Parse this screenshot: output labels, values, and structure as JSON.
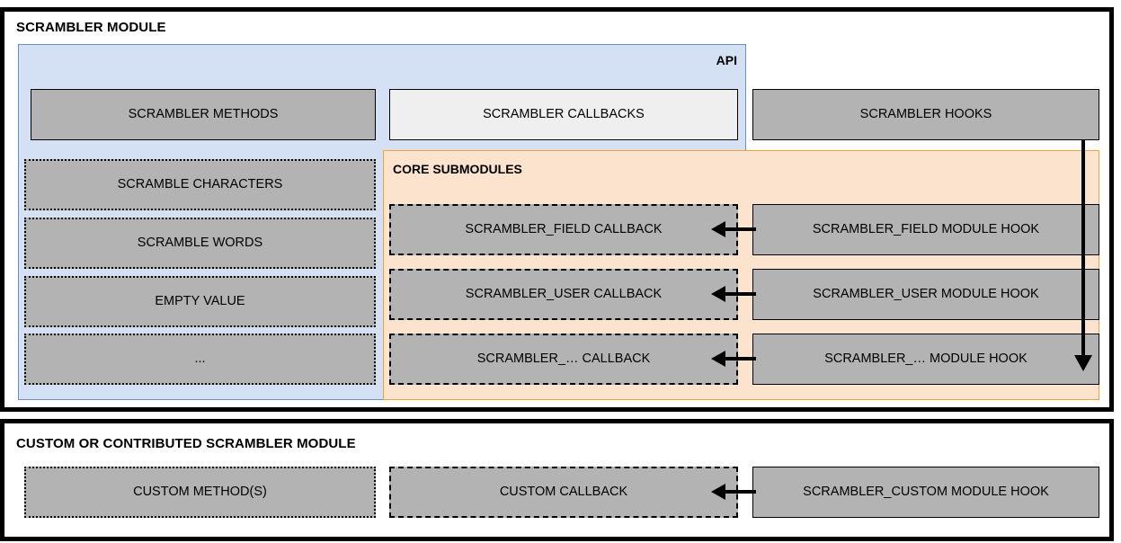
{
  "diagram": {
    "panels": [
      {
        "id": "scrambler-module",
        "title": "SCRAMBLER MODULE",
        "regions": [
          {
            "id": "api",
            "label": "API",
            "bg_color": "#d4e1f4",
            "border_color": "#6c8ebf"
          },
          {
            "id": "core-submodules",
            "label": "CORE SUBMODULES",
            "bg_color": "#fbe3cd",
            "border_color": "#f0a23c"
          }
        ],
        "columns": {
          "methods": [
            {
              "id": "scrambler-methods",
              "label": "SCRAMBLER METHODS",
              "border": "solid"
            },
            {
              "id": "scramble-characters",
              "label": "SCRAMBLE CHARACTERS",
              "border": "dotted"
            },
            {
              "id": "scramble-words",
              "label": "SCRAMBLE WORDS",
              "border": "dotted"
            },
            {
              "id": "empty-value",
              "label": "EMPTY VALUE",
              "border": "dotted"
            },
            {
              "id": "ellipsis",
              "label": "...",
              "border": "dotted"
            }
          ],
          "callbacks": [
            {
              "id": "scrambler-callbacks",
              "label": "SCRAMBLER CALLBACKS",
              "border": "solid"
            },
            {
              "id": "scrambler-field-callback",
              "label": "SCRAMBLER_FIELD CALLBACK",
              "border": "dashed"
            },
            {
              "id": "scrambler-user-callback",
              "label": "SCRAMBLER_USER CALLBACK",
              "border": "dashed"
            },
            {
              "id": "scrambler-any-callback",
              "label": "SCRAMBLER_… CALLBACK",
              "border": "dashed"
            }
          ],
          "hooks": [
            {
              "id": "scrambler-hooks",
              "label": "SCRAMBLER HOOKS",
              "border": "solid"
            },
            {
              "id": "scrambler-field-module-hook",
              "label": "SCRAMBLER_FIELD MODULE HOOK",
              "border": "solid"
            },
            {
              "id": "scrambler-user-module-hook",
              "label": "SCRAMBLER_USER MODULE HOOK",
              "border": "solid"
            },
            {
              "id": "scrambler-any-module-hook",
              "label": "SCRAMBLER_… MODULE HOOK",
              "border": "solid"
            }
          ]
        }
      },
      {
        "id": "custom-module",
        "title": "CUSTOM OR CONTRIBUTED SCRAMBLER MODULE",
        "nodes": [
          {
            "id": "custom-methods",
            "label": "CUSTOM METHOD(S)",
            "border": "dotted"
          },
          {
            "id": "custom-callback",
            "label": "CUSTOM CALLBACK",
            "border": "dashed"
          },
          {
            "id": "scrambler-custom-module-hook",
            "label": "SCRAMBLER_CUSTOM MODULE HOOK",
            "border": "solid"
          }
        ]
      }
    ],
    "arrows": [
      {
        "id": "arrow-field",
        "direction": "left",
        "from": "scrambler-field-module-hook",
        "to": "scrambler-field-callback"
      },
      {
        "id": "arrow-user",
        "direction": "left",
        "from": "scrambler-user-module-hook",
        "to": "scrambler-user-callback"
      },
      {
        "id": "arrow-any",
        "direction": "left",
        "from": "scrambler-any-module-hook",
        "to": "scrambler-any-callback"
      },
      {
        "id": "arrow-custom",
        "direction": "left",
        "from": "scrambler-custom-module-hook",
        "to": "custom-callback"
      },
      {
        "id": "arrow-hooks-down",
        "direction": "down",
        "from": "scrambler-hooks",
        "to": "scrambler-any-module-hook"
      }
    ],
    "colors": {
      "node_fill": "#b3b3b3",
      "node_fill_light": "#efefef",
      "api_fill": "#d4e1f4",
      "api_stroke": "#6c8ebf",
      "core_fill": "#fbe3cd",
      "core_stroke": "#f0a23c",
      "frame": "#000000",
      "page": "#ffffff"
    }
  }
}
